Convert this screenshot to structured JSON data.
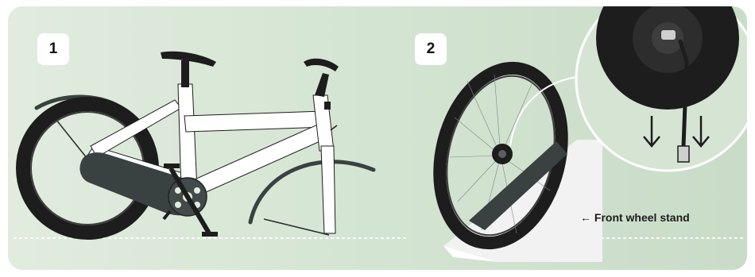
{
  "steps": [
    {
      "number": "1"
    },
    {
      "number": "2"
    }
  ],
  "caption": "← Front wheel stand",
  "colors": {
    "background_start": "#e1ecdf",
    "background_end": "#c9dcc8",
    "frame": "#ffffff",
    "tire": "#1d1d1d",
    "dark_parts": "#3a4141",
    "stand": "#f2f2f2"
  }
}
